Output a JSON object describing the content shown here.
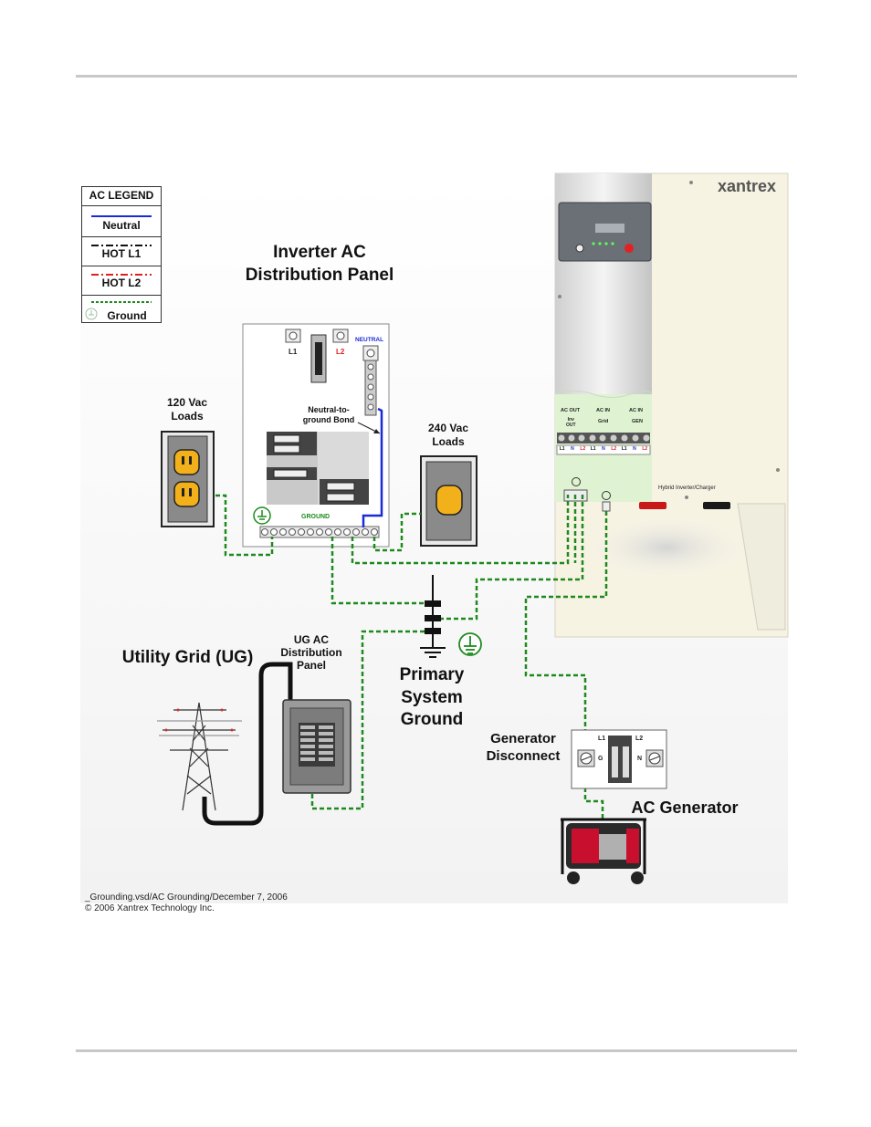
{
  "legend": {
    "title": "AC LEGEND",
    "items": [
      {
        "label": "Neutral",
        "color": "#1a2bd6"
      },
      {
        "label": "HOT L1",
        "color": "#111111"
      },
      {
        "label": "HOT L2",
        "color": "#e02020"
      },
      {
        "label": "Ground",
        "color": "#1e8a1e"
      }
    ]
  },
  "labels": {
    "inverter_panel_line1": "Inverter AC",
    "inverter_panel_line2": "Distribution Panel",
    "loads_120_line1": "120 Vac",
    "loads_120_line2": "Loads",
    "loads_240_line1": "240 Vac",
    "loads_240_line2": "Loads",
    "neutral_bond_line1": "Neutral-to-",
    "neutral_bond_line2": "ground Bond",
    "utility_grid": "Utility Grid (UG)",
    "ug_panel_line1": "UG AC",
    "ug_panel_line2": "Distribution",
    "ug_panel_line3": "Panel",
    "primary_line1": "Primary",
    "primary_line2": "System",
    "primary_line3": "Ground",
    "gen_disc_line1": "Generator",
    "gen_disc_line2": "Disconnect",
    "ac_generator": "AC Generator",
    "brand": "xantrex",
    "product": "Hybrid Inverter/Charger"
  },
  "panel": {
    "l1": "L1",
    "l2": "L2",
    "neutral": "NEUTRAL",
    "ground": "GROUND"
  },
  "terminals": {
    "ac_out": "AC OUT",
    "ac_in_grid": "AC IN",
    "ac_in_gen": "AC IN",
    "inv_out_line1": "Inv",
    "inv_out_line2": "OUT",
    "grid": "Grid",
    "gen": "GEN",
    "term_labels": [
      "L1",
      "N",
      "L2",
      "L1",
      "N",
      "L2",
      "L1",
      "N",
      "L2"
    ]
  },
  "disconnect": {
    "l1": "L1",
    "l2": "L2",
    "g": "G",
    "n": "N"
  },
  "footer": {
    "line1": "_Grounding.vsd/AC Grounding/December 7, 2006",
    "line2": "© 2006 Xantrex Technology Inc."
  }
}
